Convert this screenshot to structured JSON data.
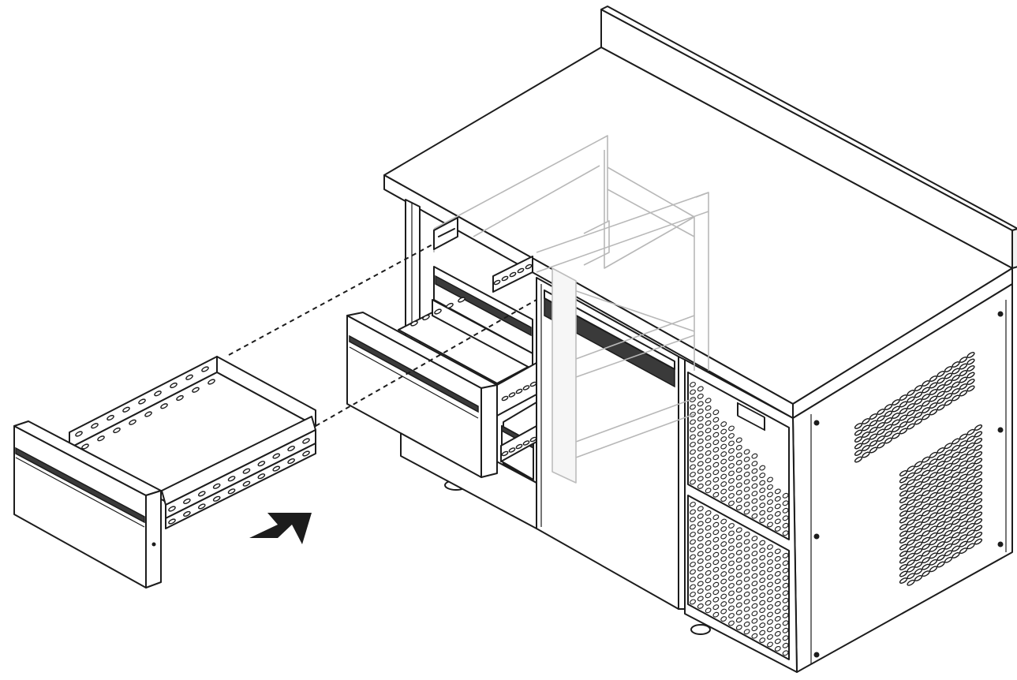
{
  "figure": {
    "subject": "",
    "parts": [
      {
        "name": "counter-worktop"
      },
      {
        "name": "backsplash"
      },
      {
        "name": "cabinet-body"
      },
      {
        "name": "cabinet-door"
      },
      {
        "name": "ventilation-grille"
      },
      {
        "name": "side-panel-vents"
      },
      {
        "name": "drawer-unit-installed"
      },
      {
        "name": "drawer-unit-detached"
      },
      {
        "name": "guide-rails"
      },
      {
        "name": "mounting-frame"
      },
      {
        "name": "insertion-arrow"
      }
    ],
    "colors": {
      "line": "#1c1c1c",
      "ghost": "#b8b8b8",
      "fill": "#ffffff",
      "arrow": "#1c1c1c"
    }
  }
}
